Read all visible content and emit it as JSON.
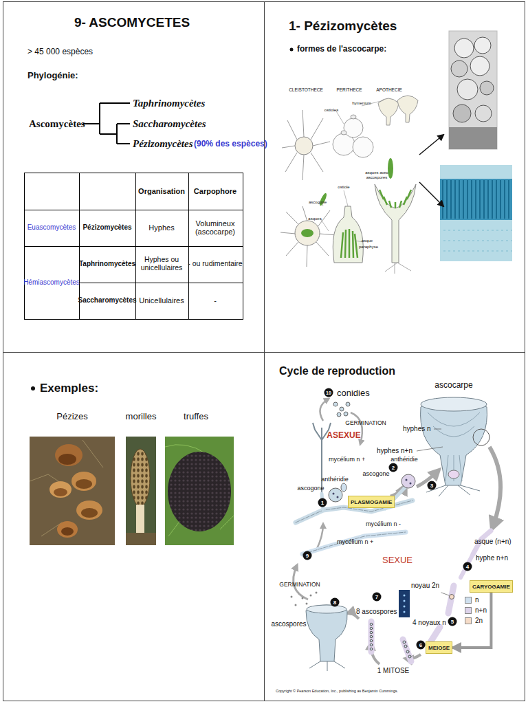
{
  "diagram": {
    "title": "9- ASCOMYCETES",
    "nodes": [
      {
        "text": [
          "PLASMOGAMIE"
        ]
      },
      {
        "text": [
          "CARYOGAMIE"
        ]
      },
      {
        "text": [
          "MEIOSE"
        ]
      }
    ],
    "edges": [
      {
        "from": 1,
        "to": 2,
        "arrow": "to"
      }
    ],
    "labels": [
      "> 45 000 espèces",
      "Phylogénie:",
      "Ascomycètes",
      "Taphrinomycètes",
      "Saccharomycètes",
      "Pézizomycètes",
      "(90% des espèces)",
      "Organisation",
      "Carpophore",
      "Euascomycètes",
      "Pézizomycètes",
      "Hyphes",
      "Volumineux (ascocarpe)",
      "Hémiascomycètes",
      "Taphrinomycètes",
      "Hyphes ou unicellulaires",
      "- ou rudimentaire",
      "Saccharomycètes",
      "Unicellulaires",
      "-",
      "1- Pézizomycètes",
      "formes de l'ascocarpe:",
      "CLEISTOTHECE",
      "PERITHECE",
      "APOTHECIE",
      "ostioles",
      "hymenium",
      "asques avec ascospores",
      "ostiole",
      "ascogone",
      "asques",
      "asque",
      "paraphyse",
      "Exemples:",
      "Pézizes",
      "morilles",
      "truffes",
      "Cycle de reproduction",
      "ascocarpe",
      "10",
      "conidies",
      "GERMINATION",
      "ASEXUE",
      "hyphes n",
      "hyphes n+n",
      "mycélium n +",
      "anthéridie",
      "ascogone",
      "2",
      "3",
      "anthéridie",
      "ascogone",
      "1",
      "mycélium n -",
      "mycélium n +",
      "9",
      "SEXUE",
      "asque (n+n)",
      "hyphe n+n",
      "4",
      "noyau 2n",
      "GERMINATION",
      "7",
      "8 ascospores",
      "4 noyaux n",
      "8",
      "ascospores",
      "5",
      "6",
      "1 MITOSE",
      "Copyright © Pearson Education, Inc., publishing as Benjamin Cummings."
    ],
    "legend": [
      {
        "text": "n",
        "color": "#cfe0ee"
      },
      {
        "text": "n+n",
        "color": "#ddd3ea"
      },
      {
        "text": "2n",
        "color": "#f6dcc8"
      }
    ]
  }
}
